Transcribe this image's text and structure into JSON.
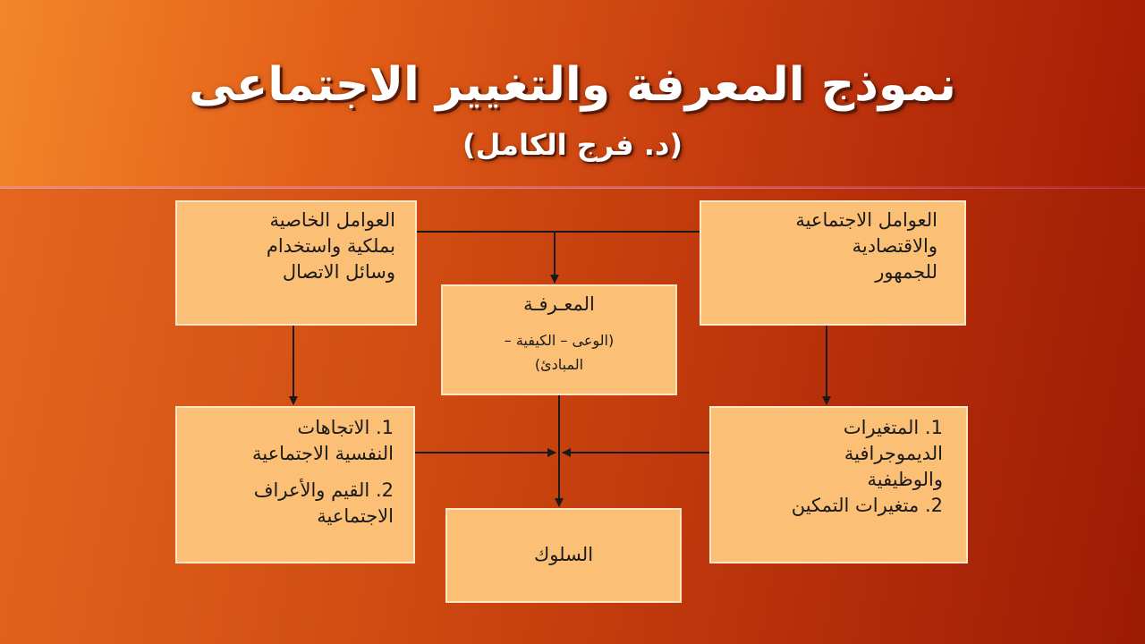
{
  "title": "نموذج المعرفة والتغيير الاجتماعى",
  "subtitle": "(د. فرج الكامل)",
  "colors": {
    "box_fill": "#fbbf75",
    "box_border": "#fbe7c4",
    "arrow": "#1a1a1a",
    "title_text": "#ffffff"
  },
  "diagram": {
    "top_left": {
      "lines": [
        "العوامل الخاصية",
        "بملكية واستخدام",
        "وسائل الاتصال"
      ]
    },
    "top_right": {
      "lines": [
        "العوامل الاجتماعية",
        "والاقتصادية",
        "للجمهور"
      ]
    },
    "center": {
      "lines": [
        "المعـرفـة",
        "(الوعى – الكيفية –",
        "المبادئ)"
      ]
    },
    "bottom_left": {
      "lines": [
        "1. الاتجاهات",
        "النفسية الاجتماعية",
        "2. القيم والأعراف",
        "الاجتماعية"
      ]
    },
    "bottom_right": {
      "lines": [
        "1. المتغيرات",
        "الديموجرافية",
        "والوظيفية",
        "2. متغيرات التمكين"
      ]
    },
    "bottom_center": {
      "lines": [
        "السلوك"
      ]
    }
  }
}
